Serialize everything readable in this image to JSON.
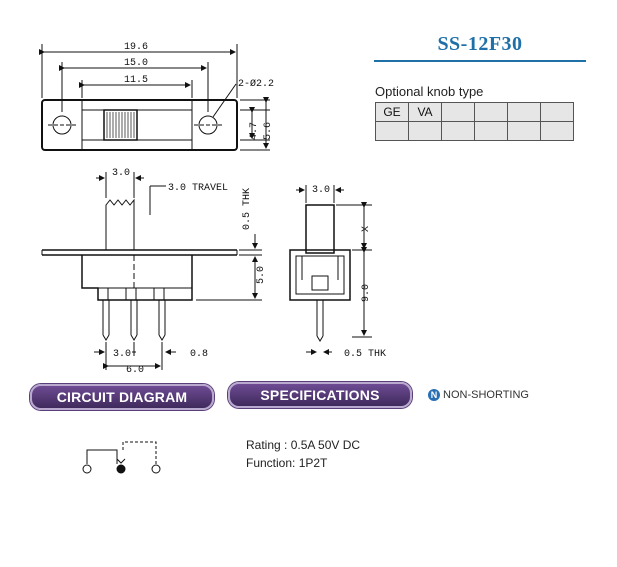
{
  "title": "SS-12F30",
  "knob": {
    "caption": "Optional knob type",
    "cells": [
      "GE",
      "VA",
      "",
      "",
      "",
      "",
      "",
      "",
      "",
      "",
      "",
      ""
    ]
  },
  "top_view": {
    "dim_overall": "19.6",
    "dim_mounting": "15.0",
    "dim_body": "11.5",
    "dim_holes": "2-Ø2.2",
    "dim_height_body": "4.7",
    "dim_height_flange": "5.6"
  },
  "front_view": {
    "dim_knob": "3.0",
    "dim_travel": "3.0 TRAVEL",
    "dim_thk": "0.5 THK",
    "dim_body_h": "5.0",
    "dim_pitch": "3.0",
    "dim_pin": "0.8",
    "dim_span": "6.0"
  },
  "side_view": {
    "dim_knob": "3.0",
    "dim_x": "X",
    "dim_height": "9.0",
    "dim_thk": "0.5 THK"
  },
  "sections": {
    "circuit": "CIRCUIT DIAGRAM",
    "specs": "SPECIFICATIONS",
    "non_shorting_badge": "N",
    "non_shorting": "NON-SHORTING"
  },
  "specs": {
    "rating": "Rating : 0.5A 50V DC",
    "function": "Function: 1P2T"
  },
  "colors": {
    "title": "#1f6fa8",
    "pill": "#4b3170",
    "badge": "#2a6fb3"
  }
}
